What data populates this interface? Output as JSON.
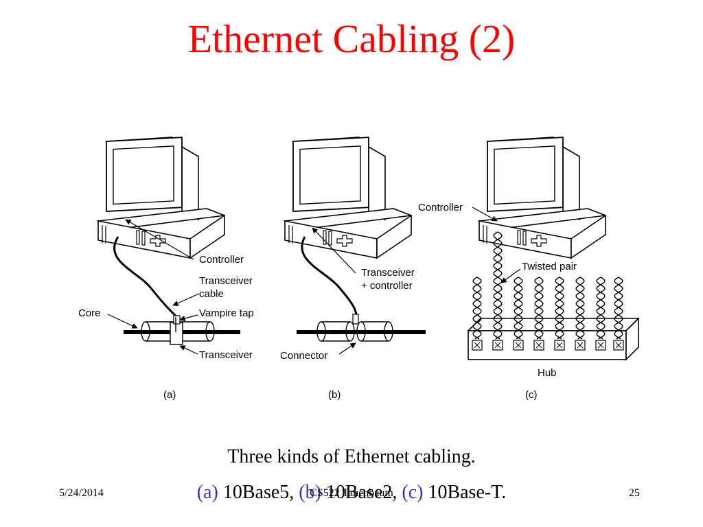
{
  "title": "Ethernet Cabling (2)",
  "figure": {
    "a": {
      "panel_label": "(a)",
      "controller": "Controller",
      "transceiver_cable_1": "Transceiver",
      "transceiver_cable_2": "cable",
      "core": "Core",
      "vampire_tap": "Vampire tap",
      "transceiver": "Transceiver"
    },
    "b": {
      "panel_label": "(b)",
      "transceiver_controller_1": "Transceiver",
      "transceiver_controller_2": "+ controller",
      "connector": "Connector"
    },
    "c": {
      "panel_label": "(c)",
      "controller": "Controller",
      "twisted_pair": "Twisted pair",
      "hub": "Hub"
    }
  },
  "caption": {
    "line1": "Three kinds of Ethernet cabling.",
    "a_marker": "(a)",
    "a_text": "10Base5,",
    "b_marker": "(b)",
    "b_text": "10Base2,",
    "c_marker": "(c)",
    "c_text": "10Base-T."
  },
  "footer": {
    "date": "5/24/2014",
    "center": "CS522 Tanenbaum",
    "page": "25"
  }
}
